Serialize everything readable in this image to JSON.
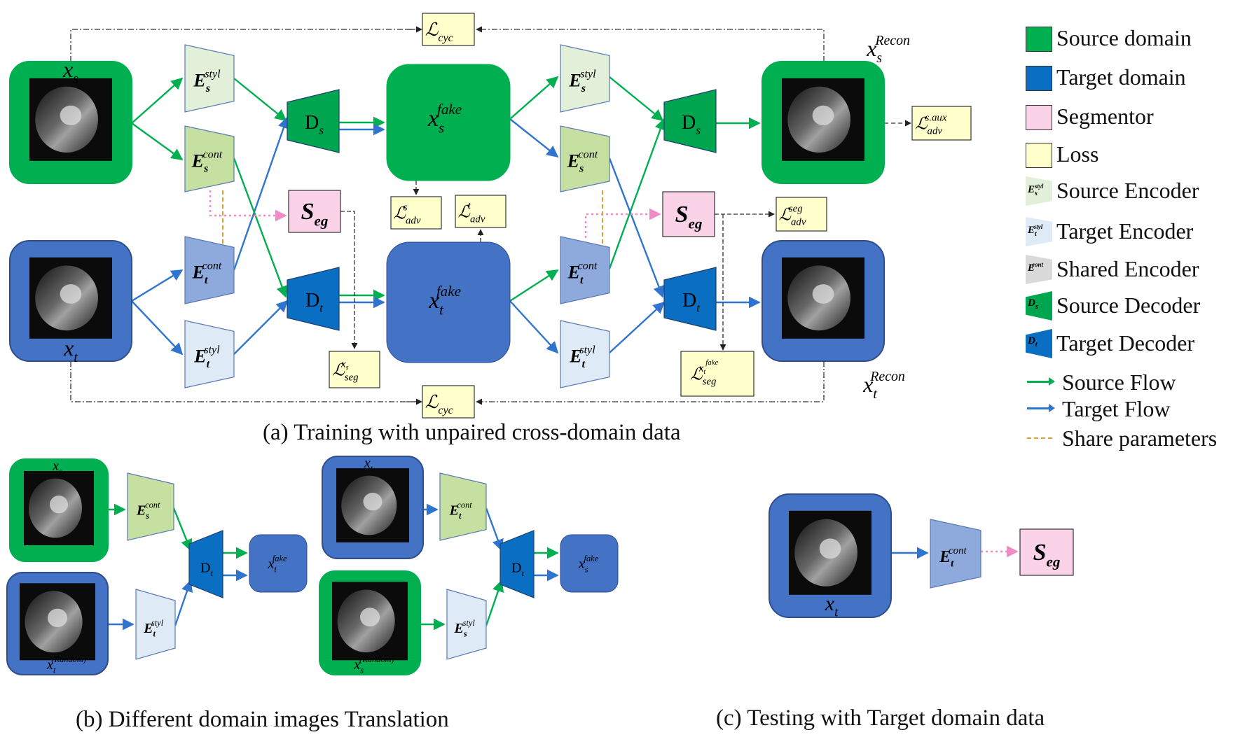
{
  "captions": {
    "a": "(a) Training with unpaired cross-domain data",
    "b": "(b) Different domain images Translation",
    "c": "(c) Testing with Target domain data"
  },
  "legend": [
    {
      "label": "Source domain",
      "color": "#00b050"
    },
    {
      "label": "Target domain",
      "color": "#0a6fc2"
    },
    {
      "label": "Segmentor",
      "color": "#fbd3e9"
    },
    {
      "label": "Loss",
      "color": "#ffffcc"
    },
    {
      "label": "Source Encoder",
      "color": "#e2efd9"
    },
    {
      "label": "Target Encoder",
      "color": "#deebf7"
    },
    {
      "label": "Shared Encoder",
      "color": "#d9d9d9"
    },
    {
      "label": "Source Decoder",
      "color": "#00a550"
    },
    {
      "label": "Target Decoder",
      "color": "#0a6fc2"
    },
    {
      "label": "Source Flow",
      "color": "#00b050"
    },
    {
      "label": "Target Flow",
      "color": "#2f75d0"
    },
    {
      "label": "Share parameters",
      "color": "#e0a030"
    }
  ],
  "legend_glyphs": {
    "source_encoder": [
      "E",
      "s",
      "styl"
    ],
    "target_encoder": [
      "E",
      "t",
      "styl"
    ],
    "shared_encoder": [
      "E",
      "",
      "cont"
    ],
    "source_decoder": [
      "D",
      "s"
    ],
    "target_decoder": [
      "D",
      "t"
    ]
  },
  "nodes": {
    "xs": [
      "x",
      "s",
      ""
    ],
    "xt": [
      "x",
      "t",
      ""
    ],
    "xs_recon": [
      "x",
      "s",
      "Recon"
    ],
    "xt_recon": [
      "x",
      "t",
      "Recon"
    ],
    "xs_fake": [
      "x",
      "s",
      "fake"
    ],
    "xt_fake": [
      "x",
      "t",
      "fake"
    ],
    "enc_s_styl": [
      "E",
      "s",
      "styl"
    ],
    "enc_s_cont": [
      "E",
      "s",
      "cont"
    ],
    "enc_t_cont": [
      "E",
      "t",
      "cont"
    ],
    "enc_t_styl": [
      "E",
      "t",
      "styl"
    ],
    "dec_s": [
      "D",
      "s"
    ],
    "dec_t": [
      "D",
      "t"
    ],
    "seg": [
      "S",
      "eg"
    ],
    "xt_random": [
      "x",
      "t",
      "(Random)"
    ],
    "xs_random": [
      "x",
      "s",
      "(Random)"
    ]
  },
  "losses": {
    "cyc": [
      "ℒ",
      "cyc",
      ""
    ],
    "adv_s": [
      "ℒ",
      "adv",
      "s"
    ],
    "adv_t": [
      "ℒ",
      "adv",
      "t"
    ],
    "adv_saux": [
      "ℒ",
      "adv",
      "s.aux"
    ],
    "adv_seg": [
      "ℒ",
      "adv",
      "seg"
    ],
    "seg_xs": [
      "ℒ",
      "seg",
      "x",
      "s"
    ],
    "seg_xtfake": [
      "ℒ",
      "seg",
      "x",
      "t",
      "fake"
    ]
  }
}
